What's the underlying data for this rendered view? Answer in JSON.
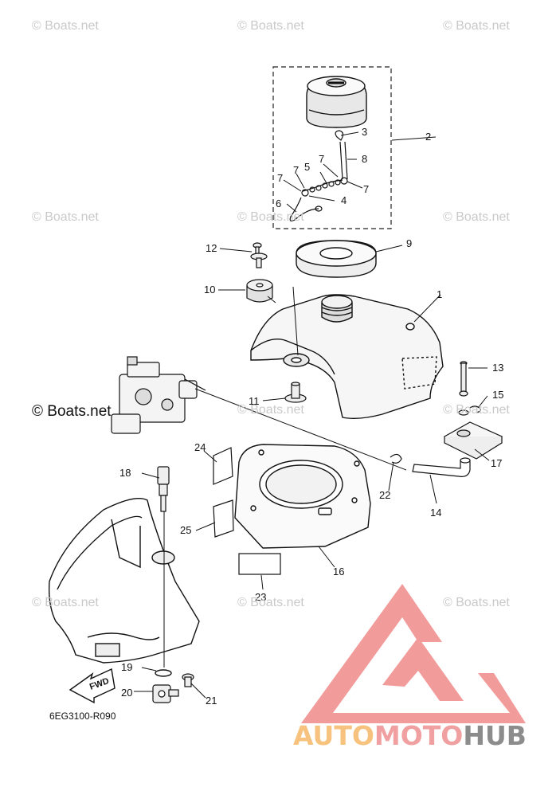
{
  "watermarks": {
    "small": "© Boats.net",
    "large": "© Boats.net"
  },
  "diagram_code": "6EG3100-R090",
  "brand": {
    "part1": "AUTO",
    "part2": "MOTO",
    "part3": "HUB",
    "colors": {
      "auto": "#f6c27d",
      "moto": "#f0a0a0",
      "hub": "#8c8c8c",
      "logo": "#f08a8a"
    }
  },
  "fwd_label": "FWD",
  "callouts": [
    "1",
    "2",
    "3",
    "4",
    "5",
    "6",
    "7",
    "7",
    "7",
    "7",
    "8",
    "9",
    "10",
    "11",
    "12",
    "13",
    "14",
    "15",
    "16",
    "17",
    "18",
    "19",
    "20",
    "21",
    "22",
    "23",
    "24",
    "25"
  ]
}
